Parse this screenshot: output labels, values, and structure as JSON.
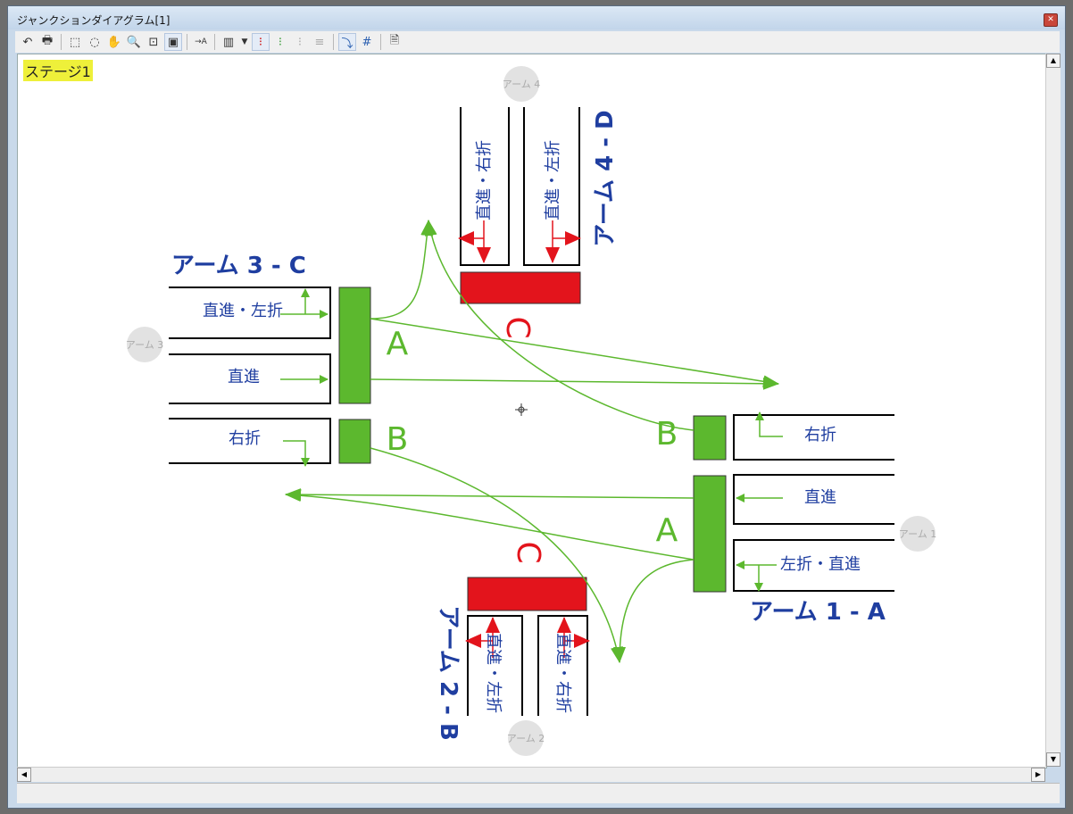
{
  "window": {
    "title": "ジャンクションダイアグラム[1]"
  },
  "toolbar": {
    "icons": [
      "undo-icon",
      "print-icon",
      "rect-select-icon",
      "lasso-select-icon",
      "hand-pan-icon",
      "zoom-icon",
      "zoom-window-icon",
      "fit-view-icon",
      "label-arrow-icon",
      "phase-table-icon",
      "dropdown-icon",
      "signal-icon",
      "signal-edit-icon",
      "signal-disabled-icon",
      "disabled-bar-icon",
      "flow-icon",
      "grid-icon",
      "export-icon"
    ]
  },
  "stage": {
    "label": "ステージ1"
  },
  "arms": {
    "arm1": {
      "ghost": "アーム 1",
      "title": "アーム 1 - A",
      "lanes": [
        "右折",
        "直進",
        "左折・直進"
      ],
      "groups": [
        "B",
        "A"
      ]
    },
    "arm2": {
      "ghost": "アーム 2",
      "title": "アーム 2 - B",
      "lanes": [
        "直進・左折",
        "直進・右折"
      ],
      "groups": [
        "C"
      ]
    },
    "arm3": {
      "ghost": "アーム 3",
      "title": "アーム 3 - C",
      "lanes": [
        "直進・左折",
        "直進",
        "右折"
      ],
      "groups": [
        "A",
        "B"
      ]
    },
    "arm4": {
      "ghost": "アーム 4",
      "title": "アーム 4 - D",
      "lanes": [
        "直進・右折",
        "直進・左折"
      ],
      "groups": [
        "C"
      ]
    }
  },
  "colors": {
    "go": "#5cb82e",
    "stop": "#e3141c",
    "text": "#1f3ea0"
  }
}
